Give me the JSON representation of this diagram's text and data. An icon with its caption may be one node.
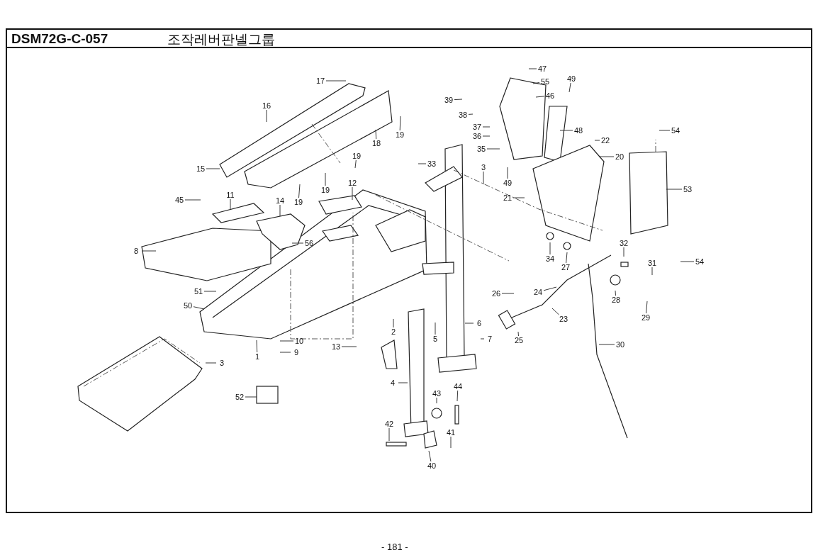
{
  "diagram": {
    "title": "조작레버판넬그룹",
    "nodes": [
      {
        "text": [
          "17"
        ]
      },
      {
        "text": [
          "16"
        ]
      },
      {
        "text": [
          "15"
        ]
      },
      {
        "text": [
          "18"
        ]
      },
      {
        "text": [
          "19"
        ]
      },
      {
        "text": [
          "19"
        ]
      },
      {
        "text": [
          "19"
        ]
      },
      {
        "text": [
          "19"
        ]
      },
      {
        "text": [
          "12"
        ]
      },
      {
        "text": [
          "11"
        ]
      },
      {
        "text": [
          "45"
        ]
      },
      {
        "text": [
          "14"
        ]
      },
      {
        "text": [
          "8"
        ]
      },
      {
        "text": [
          "56"
        ]
      },
      {
        "text": [
          "33"
        ]
      },
      {
        "text": [
          "3"
        ]
      },
      {
        "text": [
          "51"
        ]
      },
      {
        "text": [
          "50"
        ]
      },
      {
        "text": [
          "1"
        ]
      },
      {
        "text": [
          "10"
        ]
      },
      {
        "text": [
          "9"
        ]
      },
      {
        "text": [
          "2"
        ]
      },
      {
        "text": [
          "13"
        ]
      },
      {
        "text": [
          "5"
        ]
      },
      {
        "text": [
          "6"
        ]
      },
      {
        "text": [
          "7"
        ]
      },
      {
        "text": [
          "3"
        ]
      },
      {
        "text": [
          "52"
        ]
      },
      {
        "text": [
          "4"
        ]
      },
      {
        "text": [
          "42"
        ]
      },
      {
        "text": [
          "43"
        ]
      },
      {
        "text": [
          "44"
        ]
      },
      {
        "text": [
          "41"
        ]
      },
      {
        "text": [
          "40"
        ]
      },
      {
        "text": [
          "26"
        ]
      },
      {
        "text": [
          "24"
        ]
      },
      {
        "text": [
          "23"
        ]
      },
      {
        "text": [
          "25"
        ]
      },
      {
        "text": [
          "30"
        ]
      },
      {
        "text": [
          "28"
        ]
      },
      {
        "text": [
          "29"
        ]
      },
      {
        "text": [
          "31"
        ]
      },
      {
        "text": [
          "32"
        ]
      },
      {
        "text": [
          "27"
        ]
      },
      {
        "text": [
          "34"
        ]
      },
      {
        "text": [
          "54"
        ]
      },
      {
        "text": [
          "54"
        ]
      },
      {
        "text": [
          "53"
        ]
      },
      {
        "text": [
          "20"
        ]
      },
      {
        "text": [
          "22"
        ]
      },
      {
        "text": [
          "21"
        ]
      },
      {
        "text": [
          "49"
        ]
      },
      {
        "text": [
          "48"
        ]
      },
      {
        "text": [
          "49"
        ]
      },
      {
        "text": [
          "47"
        ]
      },
      {
        "text": [
          "55"
        ]
      },
      {
        "text": [
          "46"
        ]
      },
      {
        "text": [
          "39"
        ]
      },
      {
        "text": [
          "38"
        ]
      },
      {
        "text": [
          "37"
        ]
      },
      {
        "text": [
          "36"
        ]
      },
      {
        "text": [
          "35"
        ]
      }
    ],
    "edges": [
      {
        "from": 0,
        "to": null,
        "arrow": "none"
      },
      {
        "from": 1,
        "to": null,
        "arrow": "none"
      },
      {
        "from": 2,
        "to": null,
        "arrow": "none"
      },
      {
        "from": 3,
        "to": null,
        "arrow": "none"
      },
      {
        "from": 4,
        "to": null,
        "arrow": "none"
      },
      {
        "from": 5,
        "to": null,
        "arrow": "none"
      },
      {
        "from": 6,
        "to": null,
        "arrow": "none"
      },
      {
        "from": 7,
        "to": null,
        "arrow": "none"
      },
      {
        "from": 8,
        "to": null,
        "arrow": "none"
      },
      {
        "from": 9,
        "to": null,
        "arrow": "none"
      },
      {
        "from": 10,
        "to": null,
        "arrow": "none"
      },
      {
        "from": 11,
        "to": null,
        "arrow": "none"
      },
      {
        "from": 12,
        "to": null,
        "arrow": "none"
      },
      {
        "from": 13,
        "to": null,
        "arrow": "none"
      },
      {
        "from": 14,
        "to": null,
        "arrow": "none"
      },
      {
        "from": 15,
        "to": null,
        "arrow": "none"
      },
      {
        "from": 16,
        "to": null,
        "arrow": "none"
      },
      {
        "from": 17,
        "to": null,
        "arrow": "none"
      },
      {
        "from": 18,
        "to": null,
        "arrow": "none"
      },
      {
        "from": 19,
        "to": null,
        "arrow": "none"
      },
      {
        "from": 20,
        "to": null,
        "arrow": "none"
      },
      {
        "from": 21,
        "to": null,
        "arrow": "none"
      },
      {
        "from": 22,
        "to": null,
        "arrow": "none"
      },
      {
        "from": 23,
        "to": null,
        "arrow": "none"
      },
      {
        "from": 24,
        "to": null,
        "arrow": "none"
      },
      {
        "from": 25,
        "to": null,
        "arrow": "none"
      },
      {
        "from": 26,
        "to": null,
        "arrow": "none"
      },
      {
        "from": 27,
        "to": null,
        "arrow": "none"
      },
      {
        "from": 28,
        "to": null,
        "arrow": "none"
      },
      {
        "from": 29,
        "to": null,
        "arrow": "none"
      },
      {
        "from": 30,
        "to": null,
        "arrow": "none"
      },
      {
        "from": 31,
        "to": null,
        "arrow": "none"
      },
      {
        "from": 32,
        "to": null,
        "arrow": "none"
      },
      {
        "from": 33,
        "to": null,
        "arrow": "none"
      },
      {
        "from": 34,
        "to": null,
        "arrow": "none"
      },
      {
        "from": 35,
        "to": null,
        "arrow": "none"
      },
      {
        "from": 36,
        "to": null,
        "arrow": "none"
      },
      {
        "from": 37,
        "to": null,
        "arrow": "none"
      },
      {
        "from": 38,
        "to": null,
        "arrow": "none"
      },
      {
        "from": 39,
        "to": null,
        "arrow": "none"
      },
      {
        "from": 40,
        "to": null,
        "arrow": "none"
      },
      {
        "from": 41,
        "to": null,
        "arrow": "none"
      },
      {
        "from": 42,
        "to": null,
        "arrow": "none"
      },
      {
        "from": 43,
        "to": null,
        "arrow": "none"
      },
      {
        "from": 44,
        "to": null,
        "arrow": "none"
      },
      {
        "from": 45,
        "to": null,
        "arrow": "none"
      },
      {
        "from": 46,
        "to": null,
        "arrow": "none"
      },
      {
        "from": 47,
        "to": null,
        "arrow": "none"
      },
      {
        "from": 48,
        "to": null,
        "arrow": "none"
      },
      {
        "from": 49,
        "to": null,
        "arrow": "none"
      },
      {
        "from": 50,
        "to": null,
        "arrow": "none"
      },
      {
        "from": 51,
        "to": null,
        "arrow": "none"
      },
      {
        "from": 52,
        "to": null,
        "arrow": "none"
      },
      {
        "from": 53,
        "to": null,
        "arrow": "none"
      },
      {
        "from": 54,
        "to": null,
        "arrow": "none"
      },
      {
        "from": 55,
        "to": null,
        "arrow": "none"
      },
      {
        "from": 56,
        "to": null,
        "arrow": "none"
      },
      {
        "from": 57,
        "to": null,
        "arrow": "none"
      },
      {
        "from": 58,
        "to": null,
        "arrow": "none"
      },
      {
        "from": 59,
        "to": null,
        "arrow": "none"
      },
      {
        "from": 60,
        "to": null,
        "arrow": "none"
      },
      {
        "from": 61,
        "to": null,
        "arrow": "none"
      }
    ],
    "labels": [
      "DSM72G-C-057",
      "- 181 -"
    ]
  }
}
